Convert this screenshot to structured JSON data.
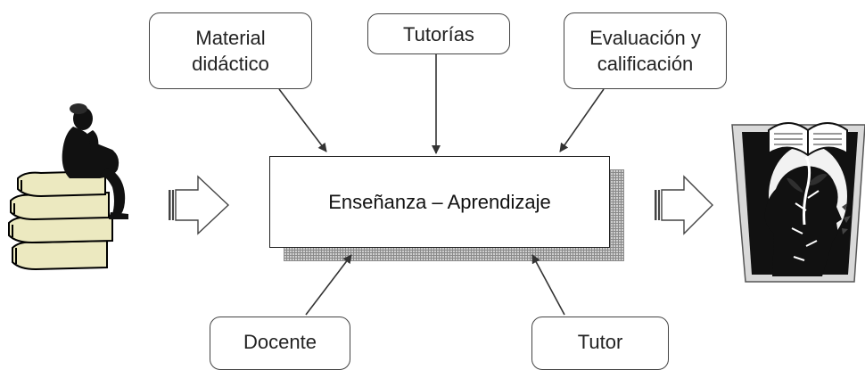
{
  "diagram": {
    "center_label": "Enseñanza – Aprendizaje",
    "top_boxes": [
      {
        "line1": "Material",
        "line2": "didáctico"
      },
      {
        "line1": "Tutorías",
        "line2": ""
      },
      {
        "line1": "Evaluación y",
        "line2": "calificación"
      }
    ],
    "bottom_boxes": [
      {
        "label": "Docente"
      },
      {
        "label": "Tutor"
      }
    ],
    "left_image": "thinker-on-books-clipart",
    "right_image": "head-with-growing-book-tree-clipart"
  }
}
